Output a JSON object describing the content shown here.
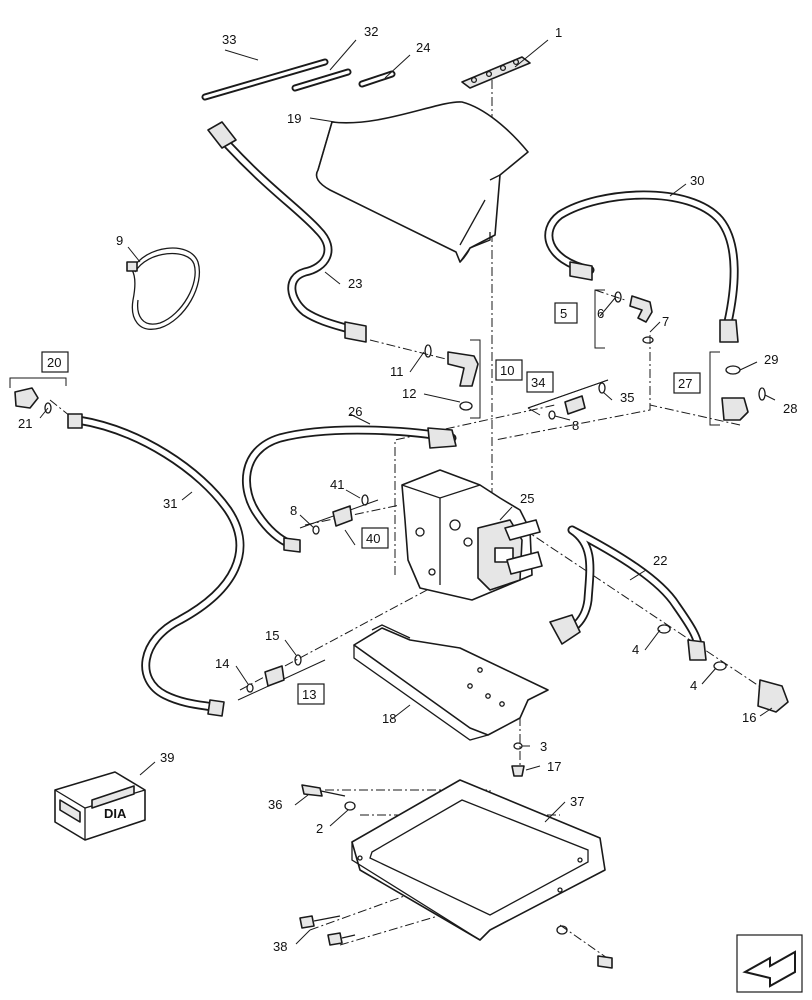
{
  "callouts": {
    "c1": "1",
    "c2": "2",
    "c3": "3",
    "c4a": "4",
    "c4b": "4",
    "c5": "5",
    "c6": "6",
    "c7": "7",
    "c8a": "8",
    "c8b": "8",
    "c9": "9",
    "c10": "10",
    "c11": "11",
    "c12": "12",
    "c13": "13",
    "c14": "14",
    "c15": "15",
    "c16": "16",
    "c17": "17",
    "c18": "18",
    "c19": "19",
    "c20": "20",
    "c21": "21",
    "c22": "22",
    "c23": "23",
    "c24": "24",
    "c25": "25",
    "c26": "26",
    "c27": "27",
    "c28": "28",
    "c29": "29",
    "c30": "30",
    "c31": "31",
    "c32": "32",
    "c33": "33",
    "c34": "34",
    "c35": "35",
    "c36": "36",
    "c37": "37",
    "c38": "38",
    "c39": "39",
    "c40": "40",
    "c41": "41"
  },
  "kit_box_text": "DIA",
  "icons": {
    "navigation": "next-page-arrow-icon",
    "kit": "dia-kit-box-icon"
  },
  "colors": {
    "line": "#1a1a1a",
    "fill": "#ffffff",
    "shade": "#e6e6e6"
  }
}
